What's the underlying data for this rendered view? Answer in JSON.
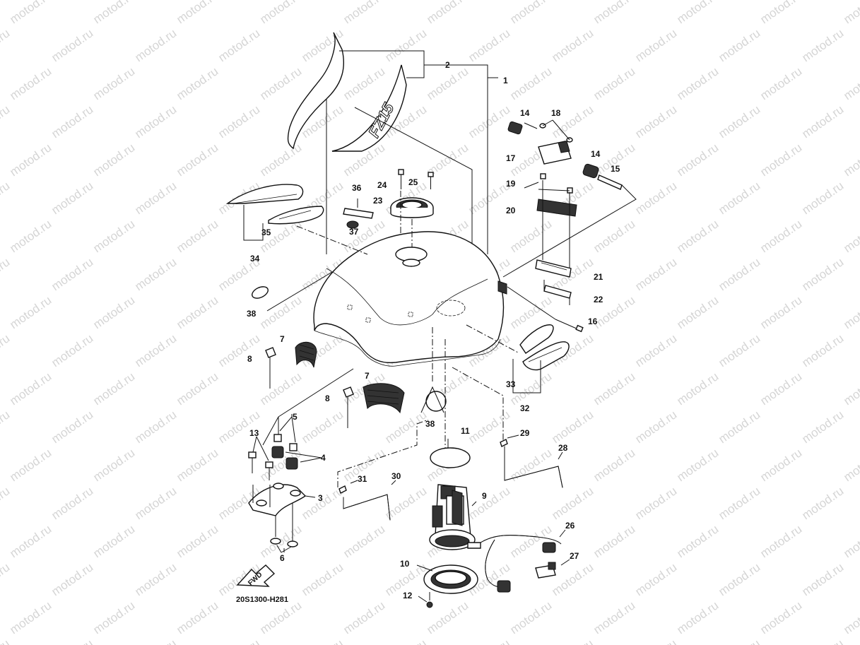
{
  "watermark": "motod.ru",
  "diagram_code": "20S1300-H281",
  "fwd_arrow_label": "FWD",
  "tank_badge_text": "FZ15",
  "callouts": {
    "c1": "1",
    "c2": "2",
    "c3": "3",
    "c4": "4",
    "c5": "5",
    "c6": "6",
    "c7a": "7",
    "c7b": "7",
    "c8a": "8",
    "c8b": "8",
    "c9": "9",
    "c10": "10",
    "c11": "11",
    "c12": "12",
    "c13": "13",
    "c14a": "14",
    "c14b": "14",
    "c15": "15",
    "c16": "16",
    "c17": "17",
    "c18": "18",
    "c19": "19",
    "c20": "20",
    "c21": "21",
    "c22": "22",
    "c23": "23",
    "c24": "24",
    "c25": "25",
    "c26": "26",
    "c27": "27",
    "c28": "28",
    "c29": "29",
    "c30": "30",
    "c31": "31",
    "c32": "32",
    "c33": "33",
    "c34": "34",
    "c35": "35",
    "c36": "36",
    "c37": "37",
    "c38a": "38",
    "c38b": "38"
  }
}
